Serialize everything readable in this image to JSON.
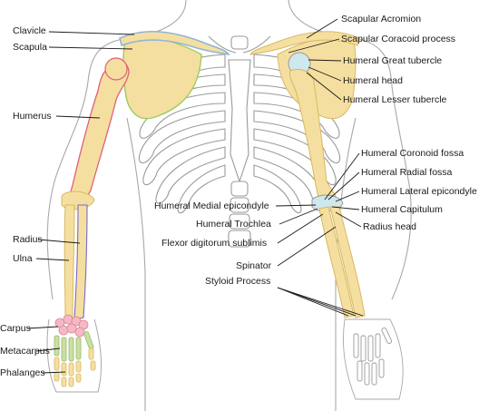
{
  "labels": {
    "left": {
      "clavicle": "Clavicle",
      "scapula": "Scapula",
      "humerus": "Humerus",
      "radius": "Radius",
      "ulna": "Ulna",
      "carpus": "Carpus",
      "metacarpus": "Metacarpus",
      "phalanges": "Phalanges"
    },
    "right": {
      "scapular_acromion": "Scapular Acromion",
      "scapular_coracoid": "Scapular Coracoid process",
      "humeral_great_tubercle": "Humeral Great tubercle",
      "humeral_head": "Humeral head",
      "humeral_lesser_tubercle": "Humeral Lesser tubercle",
      "humeral_coronoid_fossa": "Humeral Coronoid fossa",
      "humeral_radial_fossa": "Humeral Radial fossa",
      "humeral_lateral_epicondyle": "Humeral Lateral epicondyle",
      "humeral_capitulum": "Humeral Capitulum",
      "radius_head": "Radius head"
    },
    "center": {
      "humeral_medial_epicondyle": "Humeral Medial epicondyle",
      "humeral_trochlea": "Humeral Trochlea",
      "flexor_digitorum": "Flexor digitorum sublimis",
      "spinator": "Spinator",
      "styloid_process": "Styloid Process"
    }
  },
  "colors": {
    "bone": "#f5dfa0",
    "bone_stroke": "#d8b860",
    "outline": "#9a9a9a",
    "cartilage": "#cfe8ee",
    "clavicle": "#8fb4d8",
    "scapula_edge": "#9ccc60",
    "humerus_edge": "#e0607a",
    "radius_edge": "#7a6ac8",
    "carpus": "#f6b8c8",
    "metacarpus": "#c9e0a0",
    "phalanges": "#f5dfa0"
  }
}
